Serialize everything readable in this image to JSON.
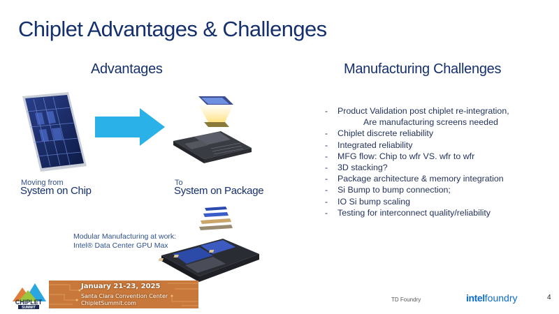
{
  "slide": {
    "title": "Chiplet Advantages & Challenges",
    "advantages_heading": "Advantages",
    "challenges_heading": "Manufacturing Challenges"
  },
  "advantages": {
    "from_small": "Moving from",
    "from_big": "System on Chip",
    "to_small": "To",
    "to_big": "System on Package",
    "modular_caption_1": "Modular Manufacturing at work:",
    "modular_caption_2": "Intel® Data Center GPU Max"
  },
  "challenges": {
    "items": [
      "Product Validation post chiplet re-integration,",
      "Are manufacturing screens needed",
      "Chiplet discrete reliability",
      "Integrated reliability",
      "MFG flow: Chip to wfr VS. wfr to wfr",
      "3D stacking?",
      "Package architecture & memory integration",
      "Si Bump to bump connection;",
      "IO Si bump scaling",
      "Testing for interconnect quality/reliability"
    ],
    "dash": "-"
  },
  "footer": {
    "summit_logo_top": "CHIPLET",
    "summit_logo_bottom": "SUMMIT",
    "banner_date": "January 21-23, 2025",
    "banner_venue": "Santa Clara Convention Center",
    "banner_url": "ChipletSummit.com",
    "td_label": "TD Foundry",
    "logo_intel": "intel",
    "logo_foundry": "foundry",
    "page_number": "4"
  },
  "colors": {
    "title": "#15306e",
    "arrow": "#2ab2e8",
    "banner": "#c8783a",
    "intel_blue": "#0a6cc9"
  },
  "icons": [
    "soc-chip-image",
    "right-arrow-icon",
    "package-stack-image",
    "gpu-max-exploded-image",
    "chiplet-summit-logo",
    "intel-foundry-logo"
  ]
}
